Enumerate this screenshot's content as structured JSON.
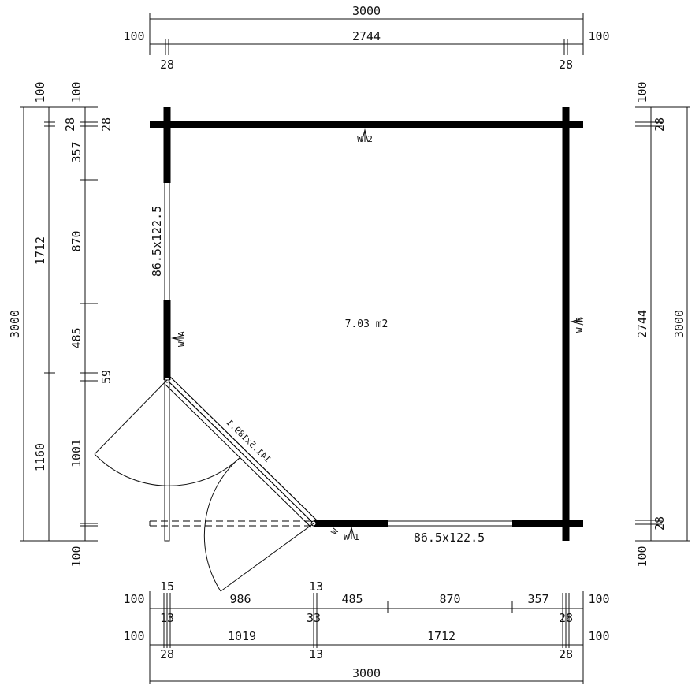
{
  "plan": {
    "area_label": "7.03 m2",
    "window_size_left": "86.5x122.5",
    "window_size_bottom": "86.5x122.5",
    "door_size": "141.5x189.1",
    "wall_tags": {
      "w1": "W 1",
      "w2": "W 2",
      "wa": "W A",
      "wb": "W B",
      "w_small": "W"
    }
  },
  "dimensions": {
    "top": {
      "overall": "3000",
      "inner": "2744",
      "left_margin": "100",
      "right_margin": "100",
      "left_wall": "28",
      "right_wall": "28"
    },
    "bottom": {
      "row1": [
        "15",
        "986",
        "13",
        "485",
        "870",
        "357"
      ],
      "row1_under": [
        "13",
        "33",
        "28"
      ],
      "row1_margins": [
        "100",
        "100"
      ],
      "row2": [
        "1019",
        "1712"
      ],
      "row2_margins": [
        "100",
        "100"
      ],
      "row2_under": [
        "28",
        "13",
        "28"
      ],
      "overall": "3000"
    },
    "left": {
      "overall": "3000",
      "mid": [
        "1712",
        "1160"
      ],
      "detail": [
        "357",
        "870",
        "485",
        "59",
        "1001"
      ],
      "top_margins": [
        "100",
        "100"
      ],
      "walls": [
        "28",
        "28"
      ],
      "bottom_margin": "100"
    },
    "right": {
      "overall": "3000",
      "inner": "2744",
      "top_margin": "100",
      "bottom_margin": "100",
      "walls": [
        "28",
        "28"
      ]
    }
  }
}
